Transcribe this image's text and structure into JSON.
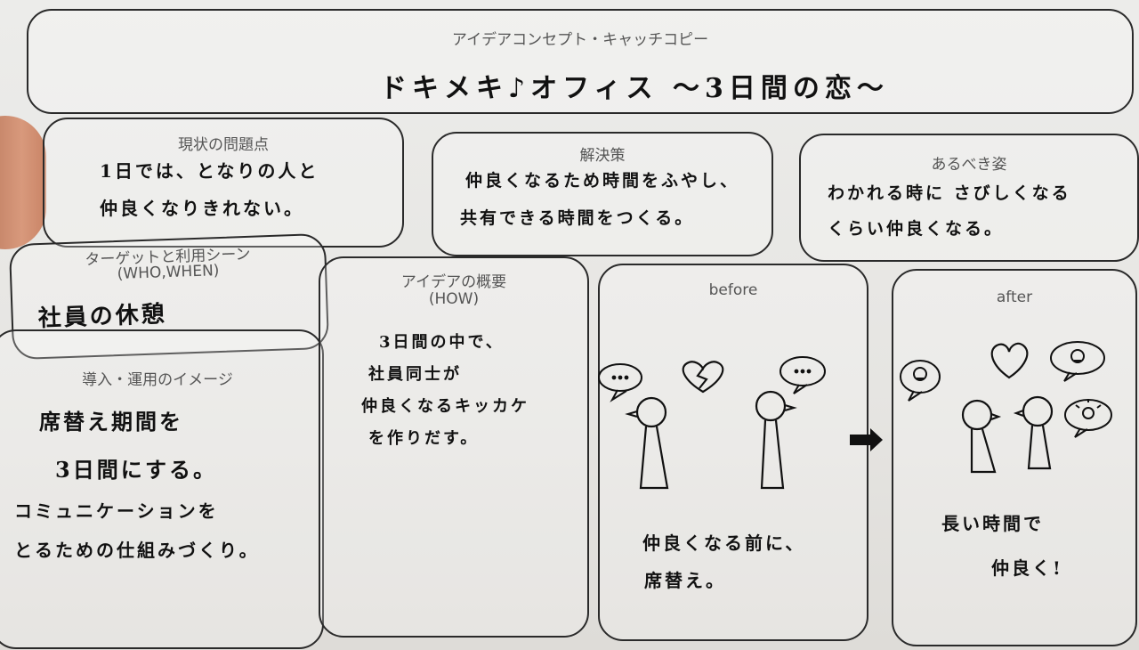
{
  "concept": {
    "label": "アイデアコンセプト・キャッチコピー",
    "title": "ドキメキ♪オフィス 〜3日間の恋〜"
  },
  "problem": {
    "label": "現状の問題点",
    "lines": [
      "1日では、となりの人と",
      "仲良くなりきれない。"
    ]
  },
  "solution": {
    "label": "解決策",
    "lines": [
      "仲良くなるため時間をふやし、",
      "共有できる時間をつくる。"
    ]
  },
  "ideal": {
    "label": "あるべき姿",
    "lines": [
      "わかれる時に さびしくなる",
      "くらい仲良くなる。"
    ]
  },
  "target": {
    "label_line1": "ターゲットと利用シーン",
    "label_line2": "(WHO,WHEN)",
    "lines": [
      "社員の休憩"
    ]
  },
  "usage": {
    "label": "導入・運用のイメージ",
    "lines": [
      "席替え期間を",
      "3日間にする。",
      "コミュニケーションを",
      "とるための仕組みづくり。"
    ]
  },
  "overview": {
    "label_line1": "アイデアの概要",
    "label_line2": "(HOW)",
    "lines": [
      "3日間の中で、",
      "社員同士が",
      "仲良くなるキッカケ",
      "を作りだす。"
    ]
  },
  "before": {
    "label": "before",
    "lines": [
      "仲良くなる前に、",
      "席替え。"
    ]
  },
  "after": {
    "label": "after",
    "lines": [
      "長い時間で",
      "仲良く!"
    ]
  },
  "colors": {
    "paper": "#e9e8e5",
    "ink": "#111111",
    "print": "#555555"
  }
}
